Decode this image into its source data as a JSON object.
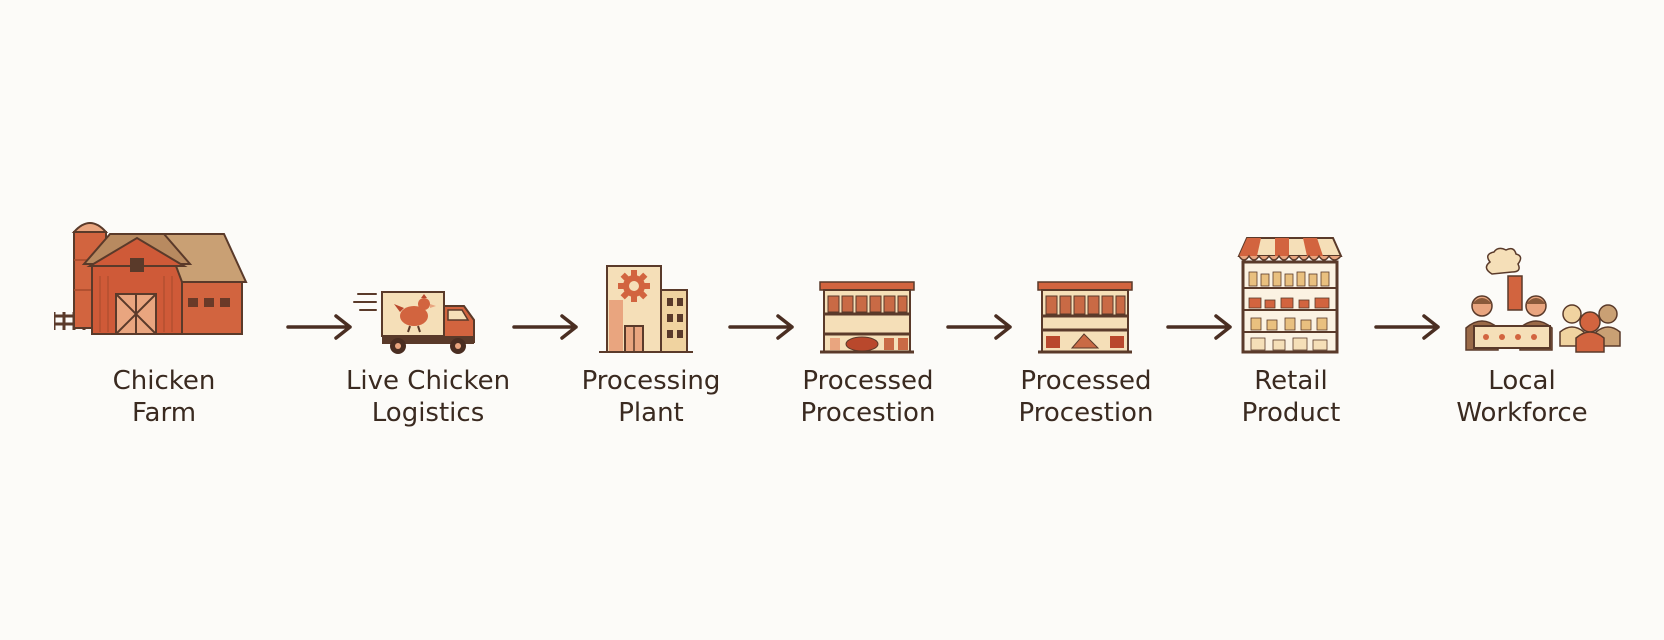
{
  "steps": [
    {
      "icon": "barn-icon",
      "lines": [
        "Chicken",
        "Farm"
      ]
    },
    {
      "icon": "truck-icon",
      "lines": [
        "Live Chicken",
        "Logistics"
      ]
    },
    {
      "icon": "factory-icon",
      "lines": [
        "Processing",
        "Plant"
      ]
    },
    {
      "icon": "shelves-icon",
      "lines": [
        "Processed",
        "Procestion"
      ]
    },
    {
      "icon": "shelves-icon",
      "lines": [
        "Processed",
        "Procestion"
      ]
    },
    {
      "icon": "store-icon",
      "lines": [
        "Retail",
        "Product"
      ]
    },
    {
      "icon": "workforce-icon",
      "lines": [
        "Local",
        "Workforce"
      ]
    }
  ],
  "colors": {
    "accent": "#d2643f",
    "accent_light": "#e9a57f",
    "cream": "#f5dfb8",
    "outline": "#5a3a2a",
    "arrow": "#4a2e22"
  }
}
